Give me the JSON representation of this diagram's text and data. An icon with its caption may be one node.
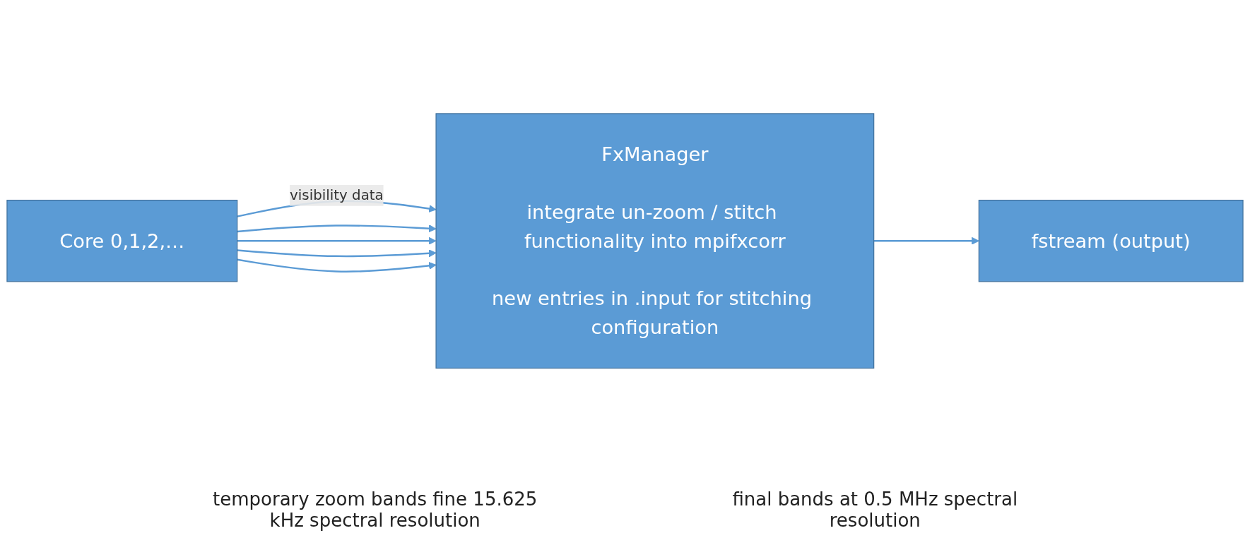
{
  "diagram": {
    "nodes": [
      {
        "text": [
          "Core 0,1,2,…"
        ]
      },
      {
        "text": [
          "FxManager",
          "integrate un-zoom / stitch functionality into mpifxcorr",
          "new entries in .input for stitching configuration"
        ]
      },
      {
        "text": [
          "fstream (output)"
        ]
      }
    ],
    "edges": [
      {
        "from": 0,
        "to": 1,
        "arrow": "to",
        "label": "visibility data"
      },
      {
        "from": 0,
        "to": 1,
        "arrow": "to"
      },
      {
        "from": 0,
        "to": 1,
        "arrow": "to"
      },
      {
        "from": 0,
        "to": 1,
        "arrow": "to"
      },
      {
        "from": 0,
        "to": 1,
        "arrow": "to"
      },
      {
        "from": 1,
        "to": 2,
        "arrow": "to"
      }
    ],
    "labels": [
      "temporary zoom bands fine 15.625 kHz spectral resolution",
      "final bands at 0.5 MHz spectral resolution"
    ]
  }
}
